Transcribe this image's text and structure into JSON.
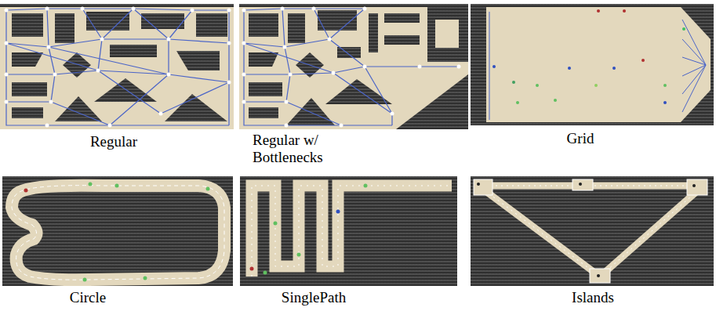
{
  "diagram": {
    "labels": [
      "Regular",
      "Regular w/ Bottlenecks",
      "Grid",
      "Circle",
      "SinglePath",
      "Islands"
    ]
  }
}
